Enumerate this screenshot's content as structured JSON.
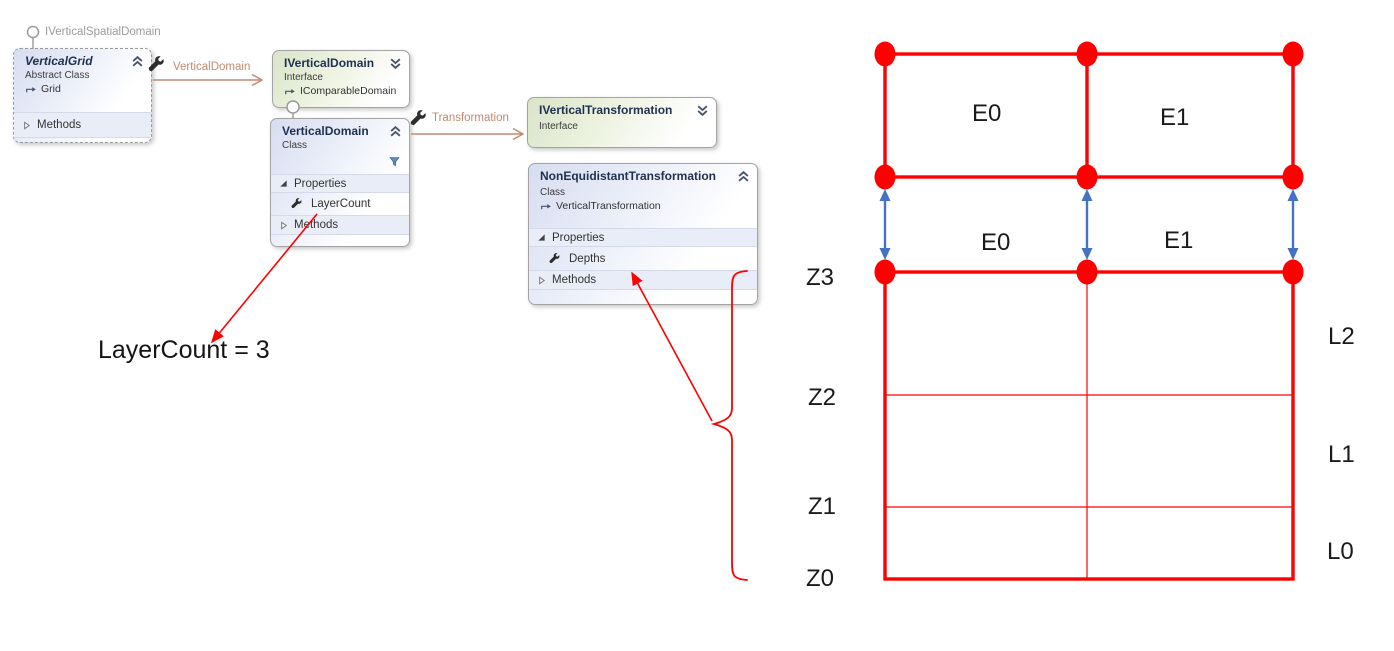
{
  "diagram": {
    "lollipop_interface_label": "IVerticalSpatialDomain",
    "vertical_grid": {
      "title": "VerticalGrid",
      "stereotype": "Abstract Class",
      "inherits": "Grid",
      "methods_label": "Methods"
    },
    "ivertical_domain": {
      "title": "IVerticalDomain",
      "stereotype": "Interface",
      "inherits": "IComparableDomain"
    },
    "vertical_domain": {
      "title": "VerticalDomain",
      "stereotype": "Class",
      "properties_label": "Properties",
      "property_layercount": "LayerCount",
      "methods_label": "Methods"
    },
    "ivertical_transformation": {
      "title": "IVerticalTransformation",
      "stereotype": "Interface"
    },
    "nonequidistant_transformation": {
      "title": "NonEquidistantTransformation",
      "stereotype": "Class",
      "inherits": "VerticalTransformation",
      "properties_label": "Properties",
      "property_depths": "Depths",
      "methods_label": "Methods"
    },
    "association_vertical_domain_label": "VerticalDomain",
    "association_transformation_label": "Transformation",
    "annotation_layercount": "LayerCount = 3"
  },
  "grid_figure": {
    "top_elements": [
      "E0",
      "E1"
    ],
    "mid_elements": [
      "E0",
      "E1"
    ],
    "z_labels": [
      "Z3",
      "Z2",
      "Z1",
      "Z0"
    ],
    "layer_labels": [
      "L2",
      "L1",
      "L0"
    ]
  },
  "colors": {
    "grid_red": "#FF0000",
    "connector_blue": "#4472C4",
    "association_tan": "#C08A6E",
    "annotation_red": "#FF0000"
  }
}
